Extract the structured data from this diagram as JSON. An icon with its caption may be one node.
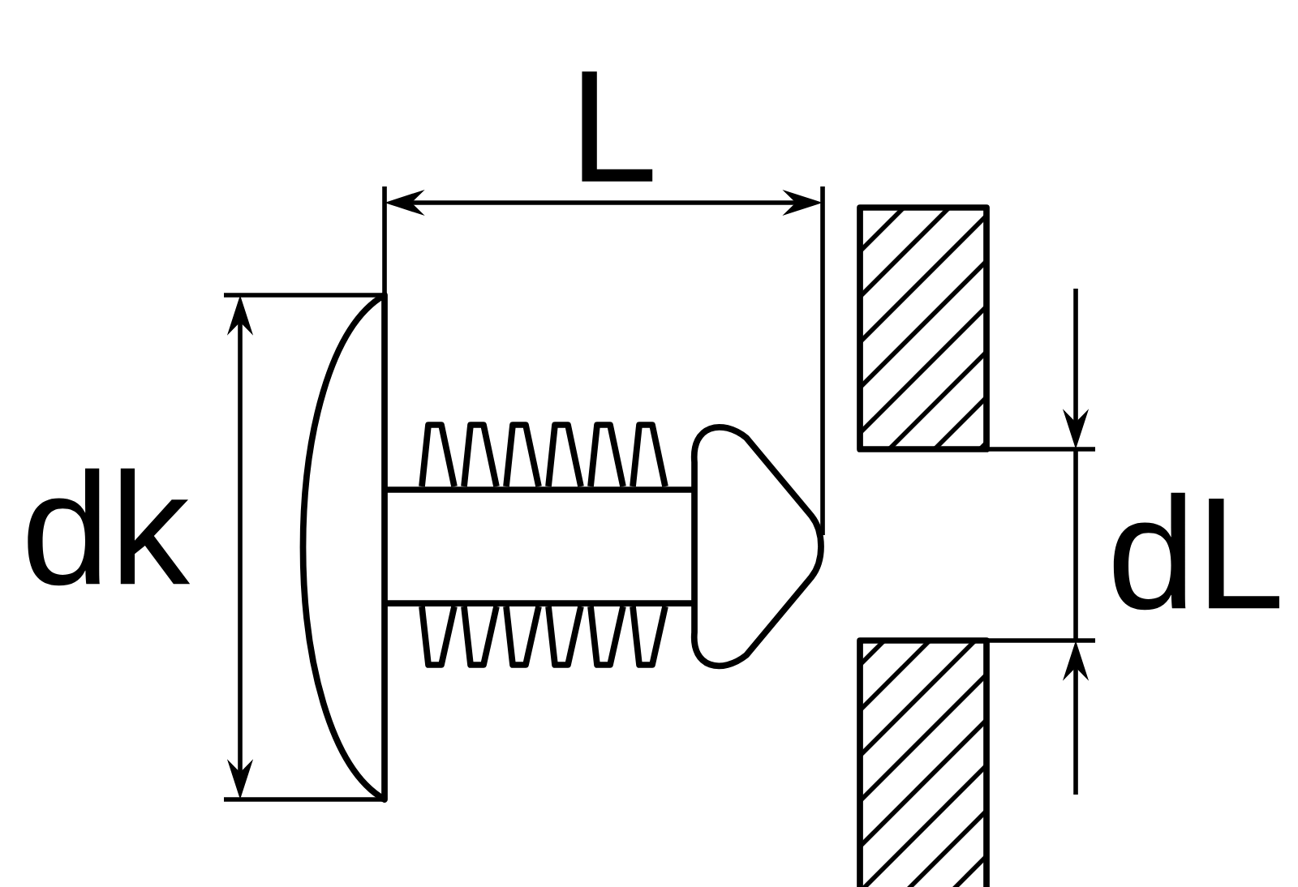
{
  "diagram": {
    "labels": [
      "L",
      "dk",
      "dL"
    ]
  }
}
